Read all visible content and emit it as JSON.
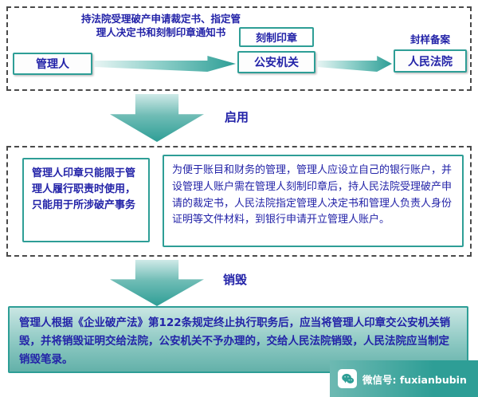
{
  "flow": {
    "manager_label": "管理人",
    "arrow1_text": "持法院受理破产申请裁定书、指定管理人决定书和刻制印章通知书",
    "seal_label": "刻制印章",
    "police_label": "公安机关",
    "record_label": "封样备案",
    "court_label": "人民法院"
  },
  "stage1": {
    "label": "启用"
  },
  "usage": {
    "left_text": "管理人印章只能限于管理人履行职责时使用，只能用于所涉破产事务",
    "right_text": "为便于账目和财务的管理，管理人应设立自己的银行账户，并设管理人账户需在管理人刻制印章后，持人民法院受理破产申请的裁定书，人民法院指定管理人决定书和管理人负责人身份证明等文件材料，到银行申请开立管理人账户。"
  },
  "stage2": {
    "label": "销毁"
  },
  "destroy": {
    "text": "管理人根据《企业破产法》第122条规定终止执行职务后，应当将管理人印章交公安机关销毁，并将销毁证明交给法院，公安机关不予办理的，交给人民法院销毁，人民法院应当制定销毁笔录。"
  },
  "watermark": {
    "text": "微信号: fuxianbubin"
  },
  "colors": {
    "teal": "#2E9E96",
    "blue": "#2323A8"
  }
}
